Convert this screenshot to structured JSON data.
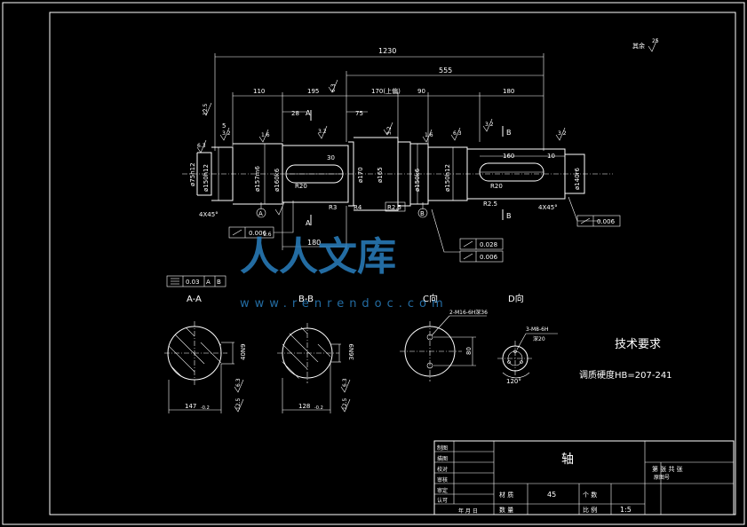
{
  "drawing": {
    "overall_length": "1230",
    "dims_top": [
      "555",
      "110",
      "195",
      "170(上偏)",
      "90",
      "180"
    ],
    "dims_small": [
      "5",
      "28",
      "75",
      "30",
      "10",
      "160"
    ],
    "diameters": [
      "ø75h12",
      "ø150h12",
      "ø157m6",
      "ø160k6",
      "ø170",
      "ø165",
      "ø150k6",
      "ø150h12",
      "ø140r6"
    ],
    "radii": [
      "R20",
      "R3",
      "R4",
      "R2.5",
      "R2.5",
      "R20"
    ],
    "chamfers": [
      "4X45°",
      "4X45°"
    ],
    "roughness": [
      "12.5",
      "6.3",
      "3.2",
      "1.6",
      "6.3",
      "3.2",
      "1.6",
      "3.2",
      "1.6",
      "6.3",
      "3.2",
      "3.2",
      "6.3",
      "12.5",
      "6.3",
      "12.5"
    ],
    "roughness_other_label": "其余",
    "roughness_other_value": "25",
    "datums": [
      "A",
      "B"
    ],
    "section_letters": [
      "A",
      "A",
      "B",
      "B",
      "A",
      "B"
    ],
    "tol_runout_1": "0.006",
    "tol_runout_2": "0.006",
    "tol_runout_3": "0.028",
    "tol_runout_4": "0.006",
    "tol_sym_value": "0.03",
    "tol_sym_datum_a": "A",
    "tol_sym_datum_b": "B",
    "dim_180_lower": "180",
    "section_aa_title": "A-A",
    "section_bb_title": "B-B",
    "aa_width": "147",
    "aa_width_tol": "-0.2",
    "aa_key": "40N9",
    "bb_width": "128",
    "bb_width_tol": "-0.2",
    "bb_key": "36N9",
    "view_c_title": "C向",
    "view_c_note": "2-M16-6H深36",
    "view_c_dim": "80",
    "view_d_title": "D向",
    "view_d_note": "3-M8-6H",
    "view_d_note2": "深20",
    "view_d_angle": "120°"
  },
  "tech_req": {
    "title": "技术要求",
    "line1": "调质硬度HB=207-241"
  },
  "title_block": {
    "part_name": "轴",
    "left_labels": [
      "制图",
      "描图",
      "校对",
      "审核",
      "审定",
      "认可"
    ],
    "bottom_left": "年 月 日",
    "material_label": "材 质",
    "material_value": "45",
    "qty_label": "数 量",
    "count_label": "个 数",
    "scale_label": "比 例",
    "scale_value": "1:5",
    "sheet_label": "第 张 共 张",
    "drawing_no_label": "原图号"
  },
  "watermark": {
    "text": "人人文库",
    "url": "www.renrendoc.com"
  }
}
